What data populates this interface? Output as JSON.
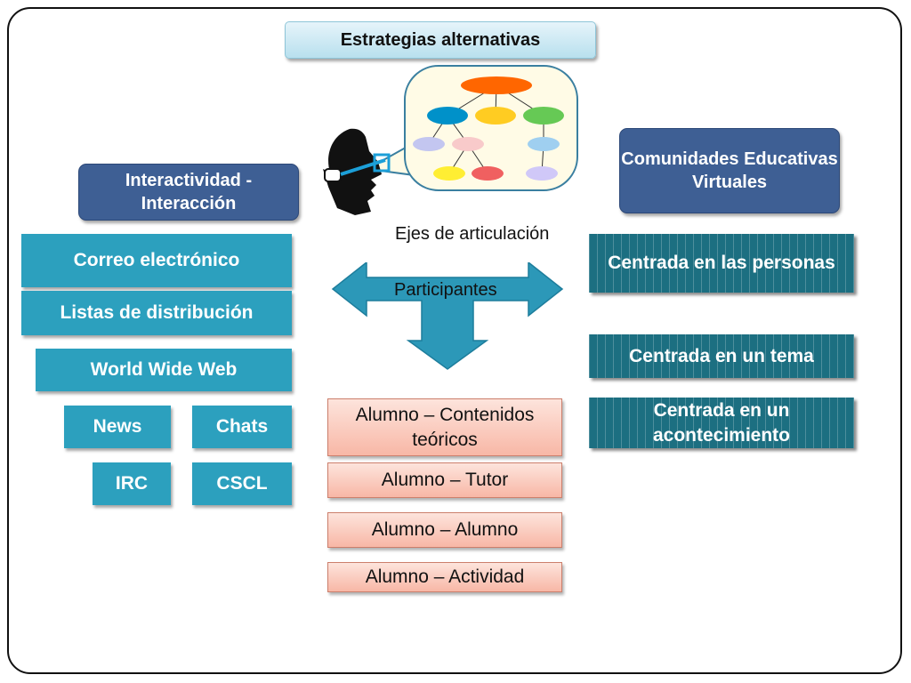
{
  "title": "Estrategias alternativas",
  "left": {
    "header": "Interactividad - Interacción",
    "items": [
      "Correo electrónico",
      "Listas de distribución",
      "World Wide Web",
      "News",
      "Chats",
      "IRC",
      "CSCL"
    ]
  },
  "center": {
    "caption": "Ejes de articulación",
    "arrow_label": "Participantes",
    "items": [
      "Alumno – Contenidos teóricos",
      "Alumno – Tutor",
      "Alumno – Alumno",
      "Alumno – Actividad"
    ]
  },
  "right": {
    "header": "Comunidades Educativas Virtuales",
    "items": [
      "Centrada en las personas",
      "Centrada en un tema",
      "Centrada en un acontecimiento"
    ]
  },
  "colors": {
    "navy": "#3e5f94",
    "teal": "#2ca0be",
    "dark_teal": "#1c6f81",
    "salmon": "#f8b7a6",
    "arrow": "#2c98b8",
    "bubble": "#fffbe6"
  },
  "icons": [
    "thinking-head-icon",
    "thought-bubble-icon",
    "org-chart-icon",
    "cross-arrow-icon"
  ]
}
